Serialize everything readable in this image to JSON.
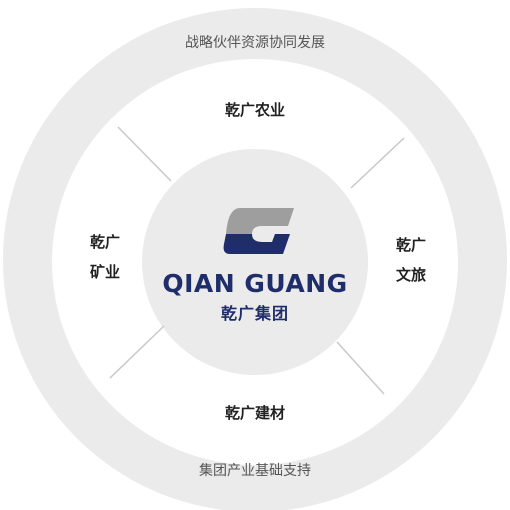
{
  "outer_ring": {
    "top_text": "战略伙伴资源协同发展",
    "bottom_text": "集团产业基础支持"
  },
  "segments": {
    "top": "乾广农业",
    "left_line1": "乾广",
    "left_line2": "矿业",
    "right_line1": "乾广",
    "right_line2": "文旅",
    "bottom": "乾广建材"
  },
  "center": {
    "logo_icon": "stylized-g-icon",
    "company_en": "QIAN GUANG",
    "company_cn": "乾广集团"
  },
  "colors": {
    "ring_gray": "#ebebeb",
    "segment_white": "#ffffff",
    "divider": "#c8c8c8",
    "logo_gray": "#9e9e9e",
    "logo_navy": "#1f2d6b"
  }
}
